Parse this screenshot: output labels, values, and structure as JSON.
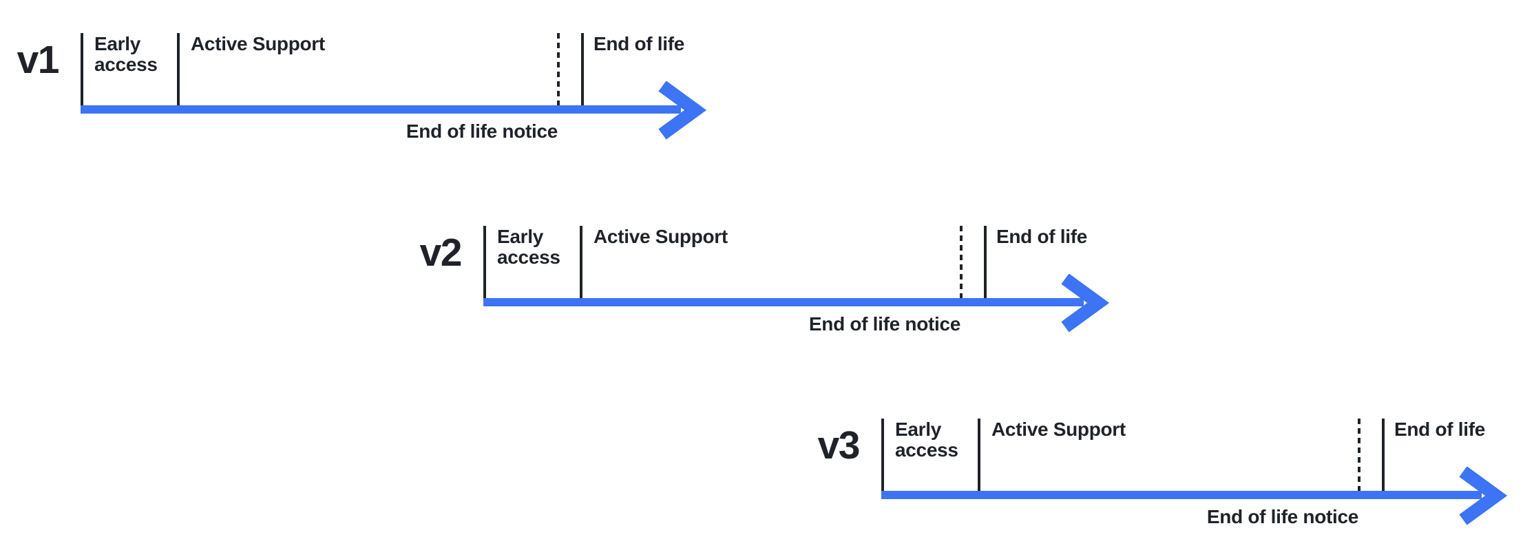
{
  "colors": {
    "arrow_blue": "#3d73f5",
    "ink": "#1f2329",
    "background": "#ffffff"
  },
  "rows": [
    {
      "version": "v1",
      "early_access_label": "Early access",
      "active_support_label": "Active Support",
      "end_of_life_label": "End of life",
      "end_of_life_notice_label": "End of life notice"
    },
    {
      "version": "v2",
      "early_access_label": "Early access",
      "active_support_label": "Active Support",
      "end_of_life_label": "End of life",
      "end_of_life_notice_label": "End of life notice"
    },
    {
      "version": "v3",
      "early_access_label": "Early access",
      "active_support_label": "Active Support",
      "end_of_life_label": "End of life",
      "end_of_life_notice_label": "End of life notice"
    }
  ]
}
